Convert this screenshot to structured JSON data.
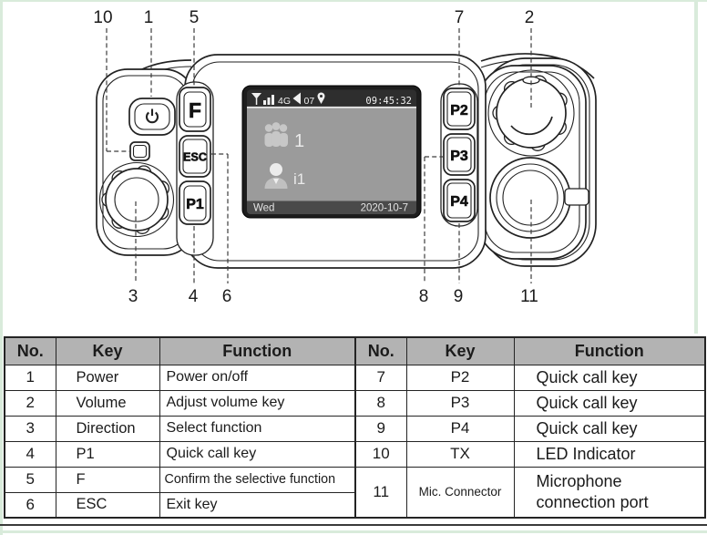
{
  "page": {
    "background": "#ffffff",
    "frame_green": "#d9ebdb"
  },
  "device": {
    "screen": {
      "status_bar": {
        "signal_icon": "signal-strength-icon",
        "network_label": "4G",
        "speaker_icon": "speaker-icon",
        "volume_level": "07",
        "location_icon": "location-pin-icon",
        "time": "09:45:32"
      },
      "body": {
        "group_icon": "group-call-icon",
        "group_value": "1",
        "contact_icon": "private-call-icon",
        "contact_value": "i1"
      },
      "footer": {
        "day": "Wed",
        "date": "2020-10-7"
      }
    },
    "keys": {
      "f": "F",
      "esc": "ESC",
      "p1": "P1",
      "p2": "P2",
      "p3": "P3",
      "p4": "P4"
    },
    "icons": {
      "power_icon": "power-icon"
    }
  },
  "callouts": {
    "top": [
      "10",
      "1",
      "5",
      "7",
      "2"
    ],
    "bottom": [
      "3",
      "4",
      "6",
      "8",
      "9",
      "11"
    ]
  },
  "tables": {
    "left": {
      "headers": [
        "No.",
        "Key",
        "Function"
      ],
      "rows": [
        {
          "no": "1",
          "key": "Power",
          "function": "Power on/off"
        },
        {
          "no": "2",
          "key": "Volume",
          "function": "Adjust volume key"
        },
        {
          "no": "3",
          "key": "Direction",
          "function": "Select function"
        },
        {
          "no": "4",
          "key": "P1",
          "function": "Quick call key"
        },
        {
          "no": "5",
          "key": "F",
          "function": "Confirm the selective function"
        },
        {
          "no": "6",
          "key": "ESC",
          "function": "Exit key"
        }
      ]
    },
    "right": {
      "headers": [
        "No.",
        "Key",
        "Function"
      ],
      "rows": [
        {
          "no": "7",
          "key": "P2",
          "function": "Quick call key"
        },
        {
          "no": "8",
          "key": "P3",
          "function": "Quick call key"
        },
        {
          "no": "9",
          "key": "P4",
          "function": "Quick call key"
        },
        {
          "no": "10",
          "key": "TX",
          "function": "LED Indicator"
        },
        {
          "no": "11",
          "key": "Mic. Connector",
          "function": "Microphone connection port"
        }
      ]
    }
  },
  "colors": {
    "table_header_bg": "#b3b3b3",
    "screen_status_bg": "#2e2e2e",
    "screen_main_bg": "#9b9b9b",
    "screen_footer_bg": "#4a4a4a",
    "line_color": "#222222"
  }
}
